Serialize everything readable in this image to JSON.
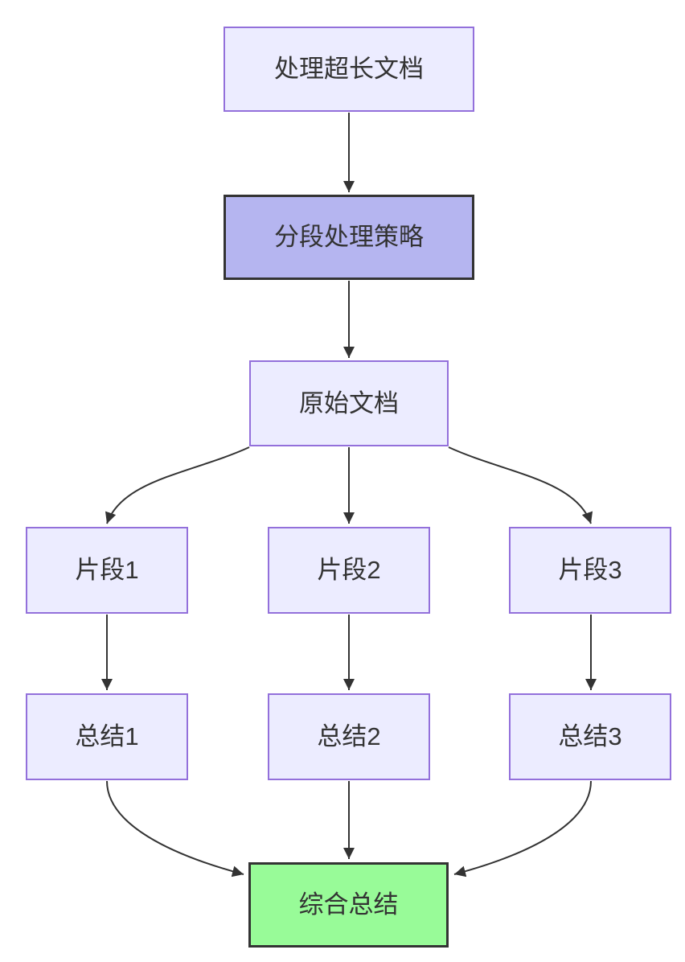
{
  "diagram": {
    "type": "flowchart",
    "direction": "top-down",
    "nodes": {
      "doc": {
        "id": "doc",
        "label": "处理超长文档",
        "style": "default"
      },
      "strategy": {
        "id": "strategy",
        "label": "分段处理策略",
        "style": "highlight"
      },
      "original": {
        "id": "original",
        "label": "原始文档",
        "style": "default"
      },
      "chunk1": {
        "id": "chunk1",
        "label": "片段1",
        "style": "default"
      },
      "chunk2": {
        "id": "chunk2",
        "label": "片段2",
        "style": "default"
      },
      "chunk3": {
        "id": "chunk3",
        "label": "片段3",
        "style": "default"
      },
      "summary1": {
        "id": "summary1",
        "label": "总结1",
        "style": "default"
      },
      "summary2": {
        "id": "summary2",
        "label": "总结2",
        "style": "default"
      },
      "summary3": {
        "id": "summary3",
        "label": "总结3",
        "style": "default"
      },
      "final": {
        "id": "final",
        "label": "综合总结",
        "style": "final"
      }
    },
    "edges": [
      {
        "from": "doc",
        "to": "strategy"
      },
      {
        "from": "strategy",
        "to": "original"
      },
      {
        "from": "original",
        "to": "chunk1"
      },
      {
        "from": "original",
        "to": "chunk2"
      },
      {
        "from": "original",
        "to": "chunk3"
      },
      {
        "from": "chunk1",
        "to": "summary1"
      },
      {
        "from": "chunk2",
        "to": "summary2"
      },
      {
        "from": "chunk3",
        "to": "summary3"
      },
      {
        "from": "summary1",
        "to": "final"
      },
      {
        "from": "summary2",
        "to": "final"
      },
      {
        "from": "summary3",
        "to": "final"
      }
    ],
    "colors": {
      "node_fill": "#ECECFF",
      "node_border": "#9370DB",
      "highlight_fill": "#B5B5F0",
      "highlight_border": "#333333",
      "final_fill": "#98FB98",
      "final_border": "#333333",
      "edge_stroke": "#333333",
      "text": "#333333",
      "background": "#FFFFFF"
    }
  }
}
